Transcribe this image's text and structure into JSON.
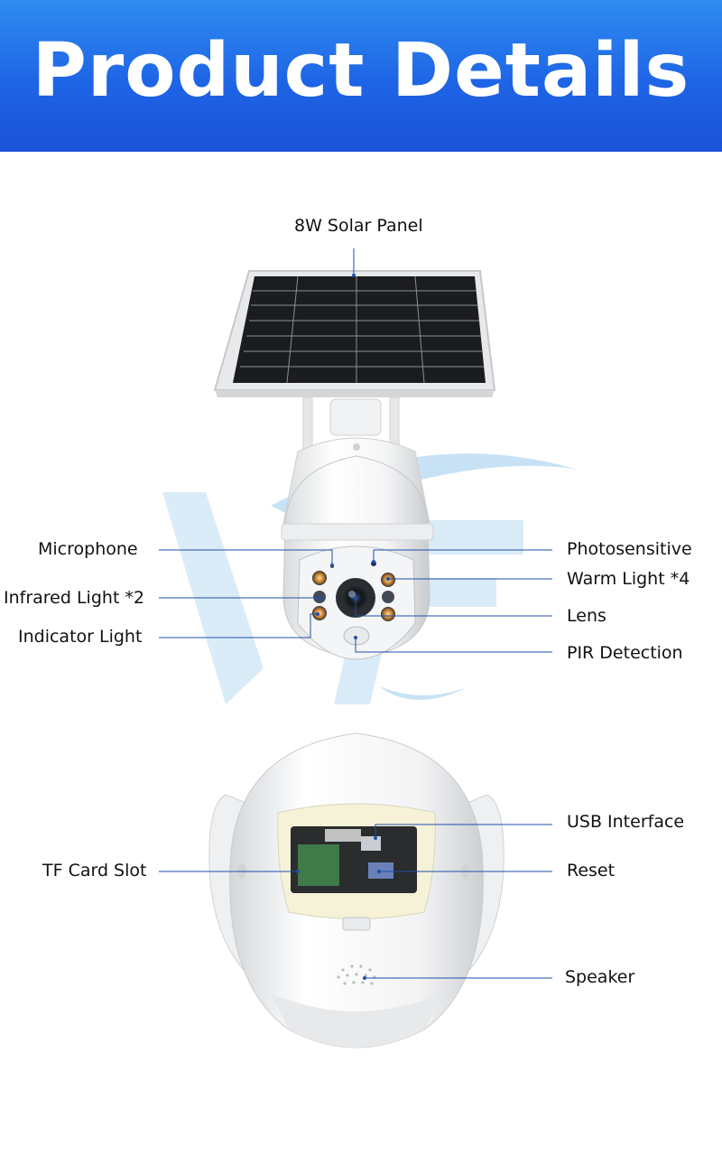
{
  "header": {
    "title": "Product Details"
  },
  "colors": {
    "banner_top": "#2f8cf0",
    "banner_bottom": "#1b52d6",
    "leader_line": "#1f4fa8",
    "watermark": "#bcdcf3"
  },
  "front_view": {
    "labels": {
      "solar_panel": "8W Solar Panel",
      "microphone": "Microphone",
      "infrared_light": "Infrared Light *2",
      "indicator_light": "Indicator Light",
      "photosensitive": "Photosensitive",
      "warm_light": "Warm Light *4",
      "lens": "Lens",
      "pir_detection": "PIR Detection"
    }
  },
  "back_view": {
    "labels": {
      "usb_interface": "USB Interface",
      "tf_card_slot": "TF Card Slot",
      "reset": "Reset",
      "speaker": "Speaker"
    }
  }
}
